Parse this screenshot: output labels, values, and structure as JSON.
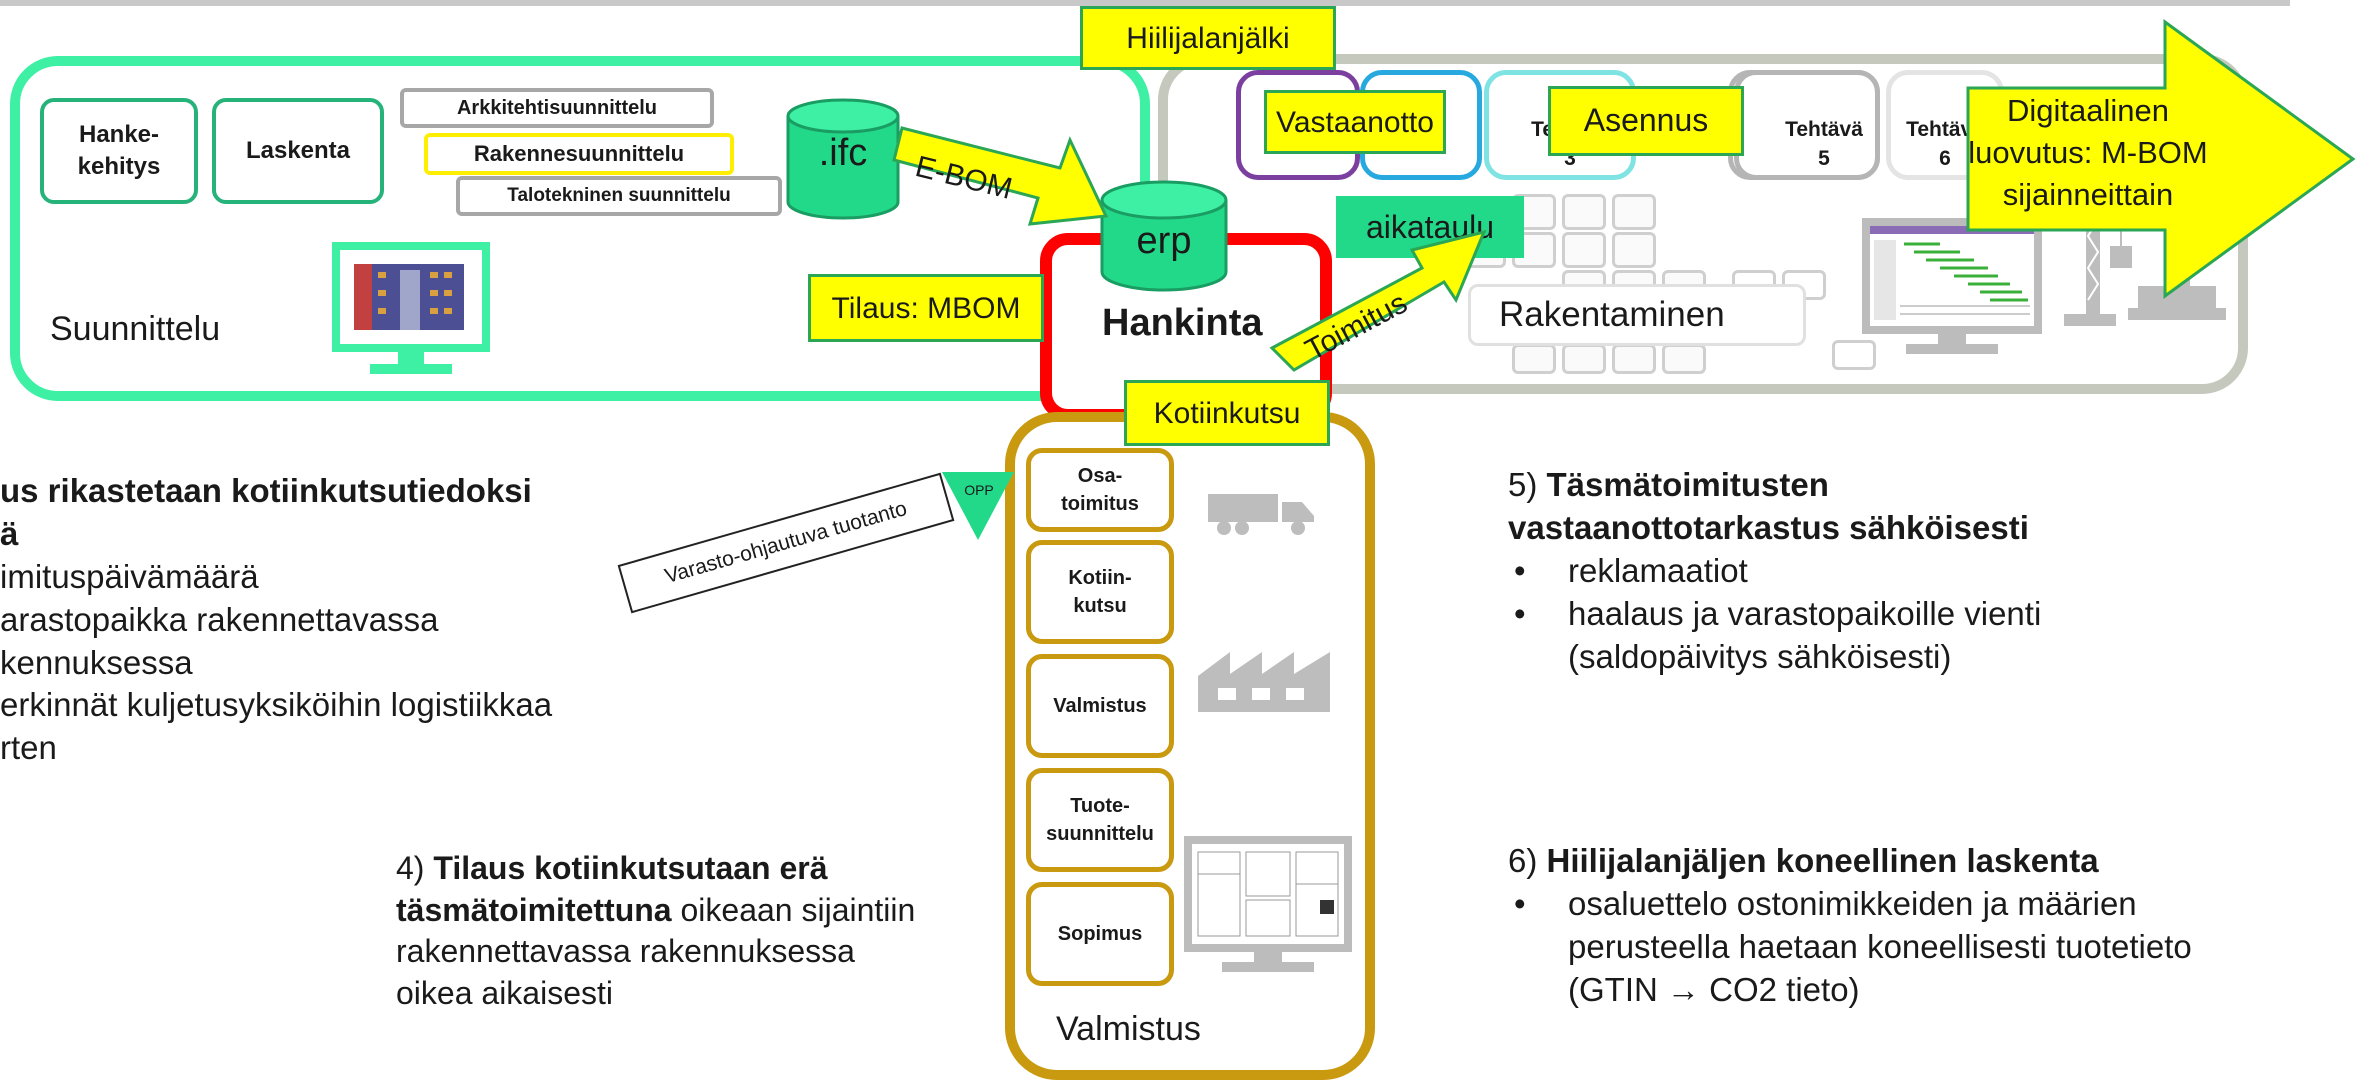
{
  "colors": {
    "green": "#3df0a4",
    "gray": "#c5c8bd",
    "red": "#ff0000",
    "gold": "#c99a0f",
    "yellow": "#ffff00",
    "erp_green": "#22d98a"
  },
  "design": {
    "label": "Suunnittelu",
    "boxes": [
      "Hanke-\nkehitys",
      "Laskenta"
    ],
    "tags": [
      "Arkkitehtisuunnittelu",
      "Rakennesuunnittelu",
      "Talotekninen suunnittelu"
    ],
    "ifc": ".ifc",
    "icons": [
      "monitor-icon"
    ]
  },
  "construction": {
    "label": "Rakentaminen",
    "tasks": [
      "Tehtävä\n3",
      "Tehtävä\n5",
      "Tehtävä\n6"
    ],
    "vastaanotto": "Vastaanotto",
    "asennus": "Asennus",
    "aikataulu": "aikataulu",
    "icons": [
      "schedule-monitor-icon",
      "crane-icon"
    ]
  },
  "flow": {
    "carbon": "Hiilijalanjälki",
    "ebom": "E-BOM",
    "erp": "erp",
    "order": "Tilaus: MBOM",
    "procurement": "Hankinta",
    "delivery": "Toimitus",
    "handover": "Digitaalinen\nluovutus: M-BOM\nsijainneittain",
    "calloff": "Kotiinkutsu",
    "stock": "Varasto-ohjautuva tuotanto",
    "opp": "OPP"
  },
  "manufacturing": {
    "label": "Valmistus",
    "steps": [
      "Osa-\ntoimitus",
      "Kotiin-\nkutsu",
      "Valmistus",
      "Tuote-\nsuunnittelu",
      "Sopimus"
    ],
    "icons": [
      "truck-icon",
      "factory-icon",
      "cad-monitor-icon"
    ]
  },
  "notes": {
    "n3": {
      "title": "us rikastetaan kotiinkutsutiedoksi",
      "lines": [
        "ä",
        "imituspäivämäärä",
        "arastopaikka rakennettavassa",
        "kennuksessa",
        "erkinnät kuljetusyksiköihin logistiikkaa",
        "rten"
      ]
    },
    "n4": {
      "num": "4) ",
      "bold": "Tilaus kotiinkutsutaan erä täsmätoimitettuna",
      "rest": " oikeaan sijaintiin rakennettavassa rakennuksessa oikea aikaisesti"
    },
    "n5": {
      "num": "5) ",
      "bold": "Täsmätoimitusten vastaanottotarkastus sähköisesti",
      "items": [
        "reklamaatiot",
        "haalaus ja varastopaikoille vienti (saldopäivitys sähköisesti)"
      ]
    },
    "n6": {
      "num": "6) ",
      "bold": "Hiilijalanjäljen koneellinen laskenta",
      "items": [
        "osaluettelo ostonimikkeiden ja määrien perusteella haetaan koneellisesti tuotetieto (GTIN → CO2 tieto)"
      ]
    }
  }
}
